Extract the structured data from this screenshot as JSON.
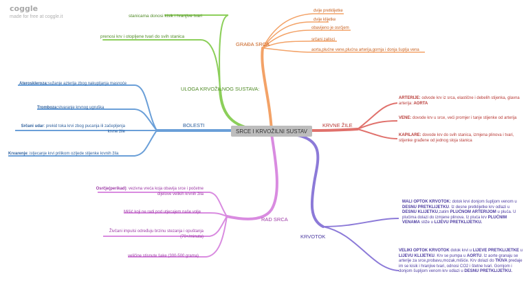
{
  "branding": {
    "logo": "coggle",
    "tagline": "made for free at coggle.it"
  },
  "center": "SRCE I KRVOŽILNI SUSTAV",
  "colors": {
    "green": "#8ccf5a",
    "orange": "#f3a267",
    "red": "#e0716c",
    "purple_dark": "#8c7ad8",
    "pink": "#d98be0",
    "blue": "#6a9fd8",
    "text_green": "#4f8a25",
    "text_orange": "#c8601e",
    "text_red": "#b83a36",
    "text_purple": "#4b3aa0",
    "text_pink": "#9d3aa6",
    "text_blue": "#2d5f9c"
  },
  "branches": {
    "uloga": {
      "label": "ULOGA KRVOŽILNOG SUSTAVA:",
      "items": [
        "stanicama donosi kisik i hranjive tvari",
        "prenosi krv i otopljene tvari do svih stanica"
      ]
    },
    "grada": {
      "label": "GRAĐA SRCA",
      "items": [
        "dvije pretklijetke",
        "dvije klijetke",
        "obavijeno je osrčjem",
        "srčani zalisci",
        "aorta,plućne vene,plućna arterija,gornja i donja šuplja vena"
      ]
    },
    "zile": {
      "label": "KRVNE ŽILE",
      "items": [
        {
          "bold": "ARTERIJE:",
          "text": " odvode krv iz srca, elastične i debelih stijenka, glavna arterija:",
          "bold2": " AORTA"
        },
        {
          "bold": "VENE:",
          "text": " dovode krv u srce, veći promjer i tanje stijenke od arterija"
        },
        {
          "bold": "KAPILARE:",
          "text": " dovode krv do svih stanica, izmjena plinova i tvari, stijenke građene od jednog sloja stanica"
        }
      ]
    },
    "krvotok": {
      "label": "KRVOTOK",
      "mali": {
        "b1": "MALI OPTOK KRVOTOK:",
        "t1": " dotok krvi donjom šupljom venom u ",
        "b2": "DESNU PRETKLIJETKU",
        "t2": ". Iz desne pretklijetke krv odlazi u ",
        "b3": "DESNU KLIJETKU",
        "t3": ",zatim ",
        "b4": "PLUĆNOM ARTERIJOM",
        "t4": " u pluća. U plućima dolazi do izmjene plinova. Iz pluća krv ",
        "b5": "PLUĆNIM VENAMA",
        "t5": " stiže u ",
        "b6": "LIJEVU PRETKLIJETKU."
      },
      "veliki": {
        "b1": "VELIKI OPTOK KRVOTOK",
        "t1": " dotok krvi u ",
        "b2": "LIJEVE PRETKLIJETKE",
        "t2": " u ",
        "b3": "LIJEVU KLIJETKU",
        "t3": ". Krv se pumpa u ",
        "b4": "AORTU",
        "t4": ". Iz aorte granaju se arterije za srce,probavu,mozak,mišiće. Krv dolazi do ",
        "b5": "TKIVA",
        "t5": " predaje im se kisik i hranjive tvari, odnosi CO2 i štetne tvari. Gornjom i donjom šupljom venom krv odlazi u ",
        "b6": "DESNU PRETKLIJETKU."
      }
    },
    "rad": {
      "label": "RAD SRCA",
      "items": [
        {
          "bold": "Osrčje(perikad)",
          "text": ": vezivna vreća koja obavija srce i početne dijelove velikih krvnih žila"
        },
        {
          "text": "Mišić koji ne radi pod utjecajem naše volje"
        },
        {
          "text": "Živčani impulsi određuju brzinu stezanja i opuštanja (70+/minuta)"
        },
        {
          "text": "veličine stisnute šake (300-500 grama)"
        }
      ]
    },
    "bolesti": {
      "label": "BOLESTI",
      "items": [
        {
          "bold": "Ateroskleroza:",
          "text": "sužanje azterija zbog nakupljanja masnoće"
        },
        {
          "bold": "Tromboza:",
          "text": "stvaranje krvnog ugruška"
        },
        {
          "bold": "Srčani udar",
          "text": ": prekid toka krvi zbog pucanja ili začepljenja krvne žile"
        },
        {
          "bold": "Krvarenje",
          "text": ": istjecanje krvi prilikom ozljede stijenke krvnih žila"
        }
      ]
    }
  }
}
